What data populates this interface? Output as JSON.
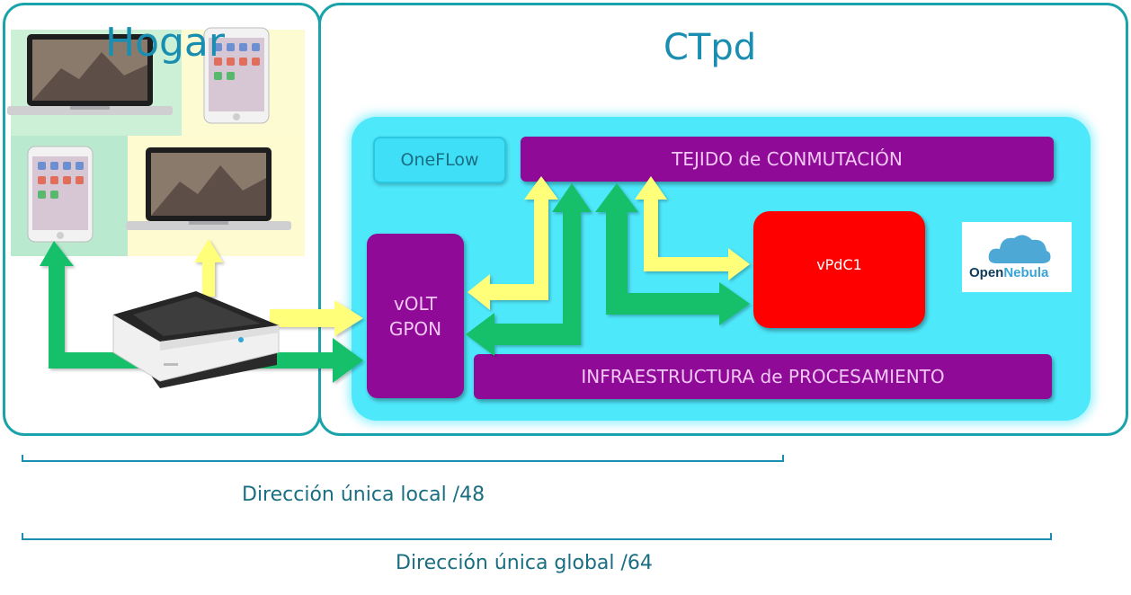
{
  "hogar": {
    "title": "Hogar"
  },
  "ctpd": {
    "title": "CTpd",
    "oneflow": "OneFLow",
    "tejido": "TEJIDO de CONMUTACIÓN",
    "volt_line1": "vOLT",
    "volt_line2": "GPON",
    "infra": "INFRAESTRUCTURA de PROCESAMIENTO",
    "vpdc": "vPdC1",
    "logo_text_open": "Open",
    "logo_text_nebula": "Nebula"
  },
  "captions": {
    "local": "Dirección única local /48",
    "global": "Dirección única global /64"
  },
  "colors": {
    "teal_border": "#1aa3ab",
    "cyan_zone": "#4ee8fb",
    "purple": "#8e0a97",
    "red": "#ff0000",
    "green_arrow": "#12bf6b",
    "yellow_arrow": "#ffff7a"
  }
}
